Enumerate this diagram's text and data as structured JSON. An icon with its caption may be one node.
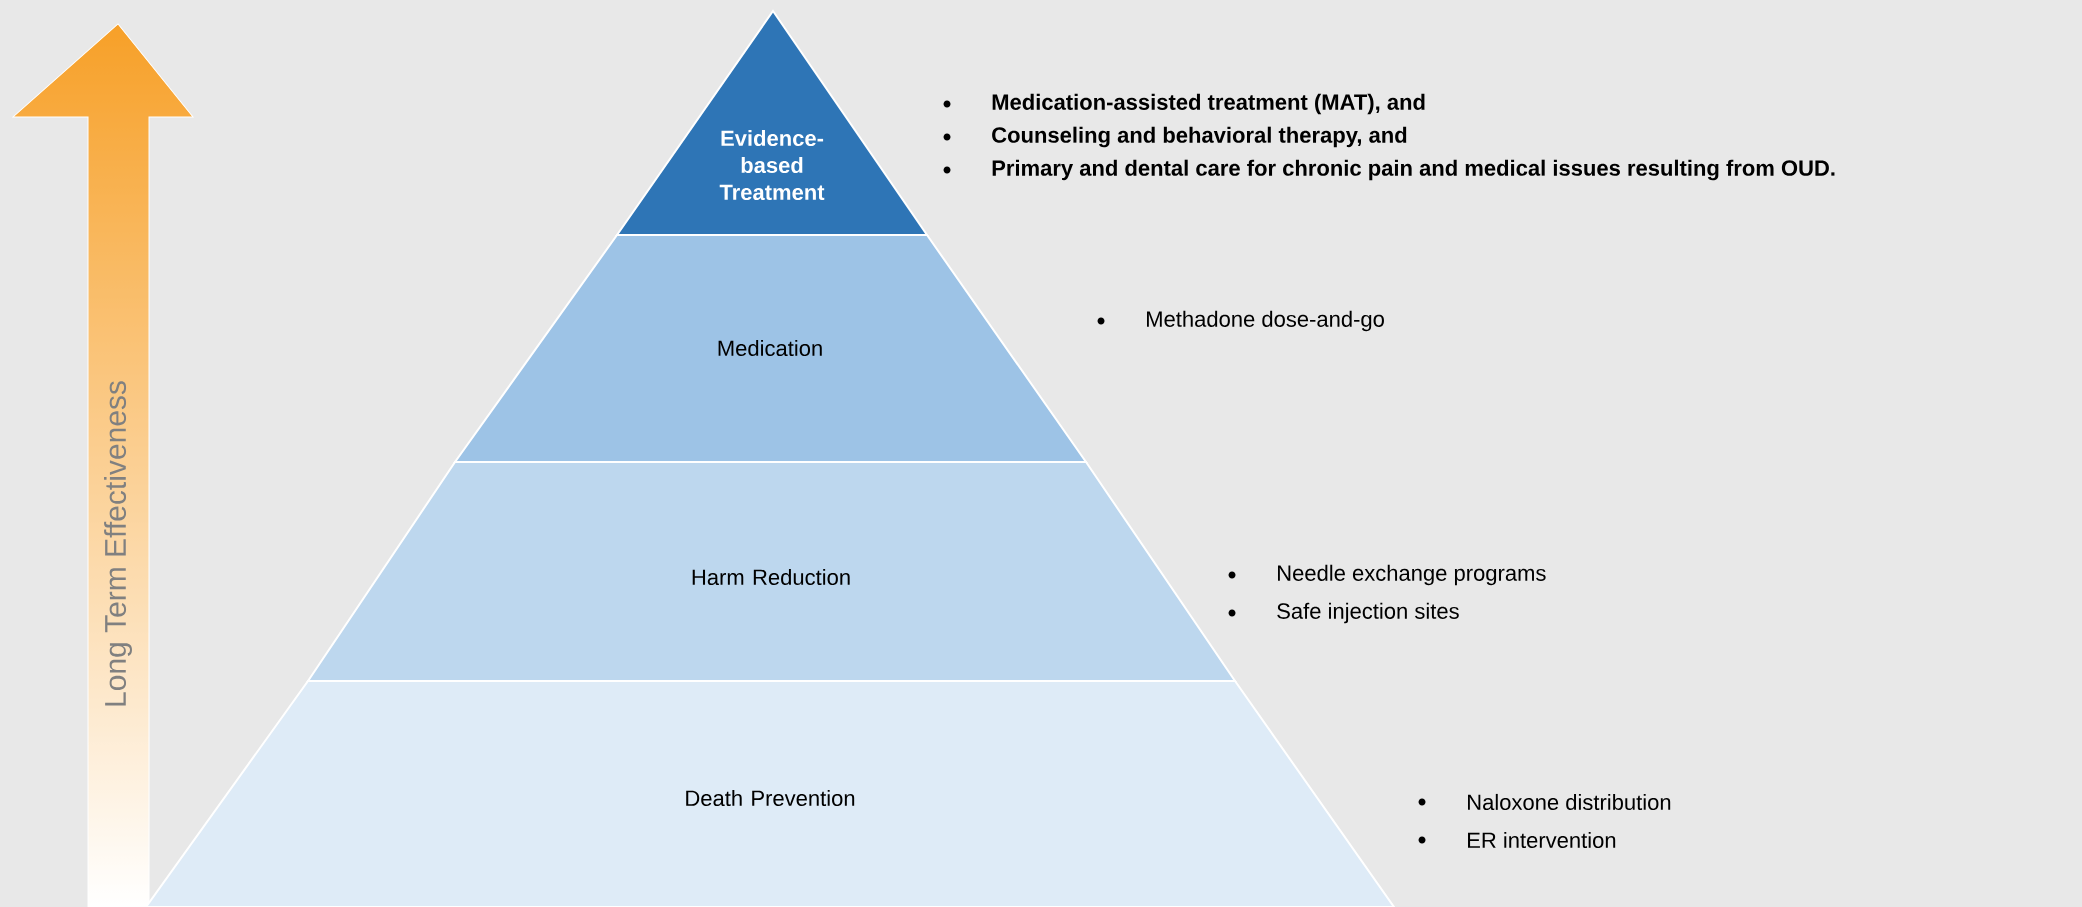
{
  "diagram": {
    "nodes": [
      {
        "text": [
          "Evidence-based Treatment"
        ],
        "beside": [
          "Medication-assisted treatment (MAT), and",
          "Counseling and behavioral therapy, and",
          "Primary and dental care for chronic pain and medical issues resulting from OUD."
        ]
      },
      {
        "text": [
          "Medication"
        ],
        "beside": [
          "Methadone dose-and-go"
        ]
      },
      {
        "text": [
          "Harm Reduction"
        ],
        "beside": [
          "Needle exchange programs",
          "Safe injection sites"
        ]
      },
      {
        "text": [
          "Death Prevention"
        ],
        "beside": [
          "Naloxone distribution",
          "ER intervention"
        ]
      }
    ],
    "labels": [
      "Long Term Effectiveness"
    ]
  }
}
